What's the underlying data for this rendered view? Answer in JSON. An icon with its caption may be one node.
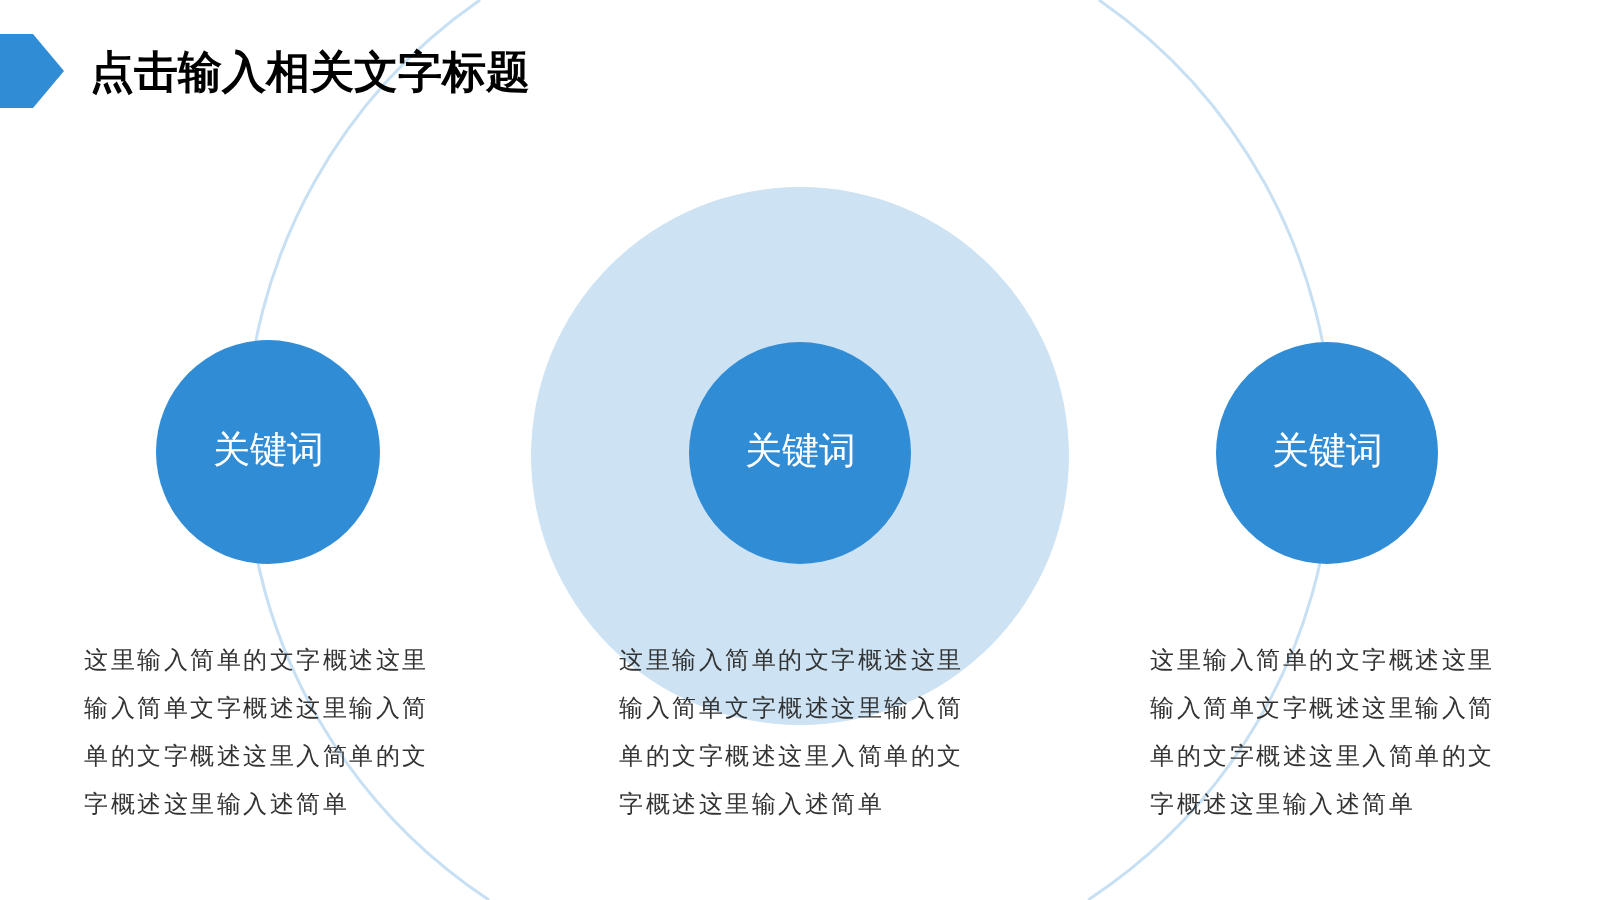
{
  "diagram": {
    "title": "点击输入相关文字标题",
    "nodes": [
      {
        "text": [
          "关键词"
        ],
        "beside": [
          "这里输入简单的文字概述这里输入简单文字概述这里输入简单的文字概述这里入简单的文字概述这里输入述简单"
        ]
      },
      {
        "text": [],
        "shape": "circle"
      },
      {
        "text": [
          "关键词"
        ],
        "in": 1,
        "beside": [
          "这里输入简单的文字概述这里输入简单文字概述这里输入简单的文字概述这里入简单的文字概述这里输入述简单"
        ]
      },
      {
        "text": [
          "关键词"
        ],
        "beside": [
          "这里输入简单的文字概述这里输入简单文字概述这里输入简单的文字概述这里入简单的文字概述这里输入述简单"
        ]
      }
    ]
  }
}
